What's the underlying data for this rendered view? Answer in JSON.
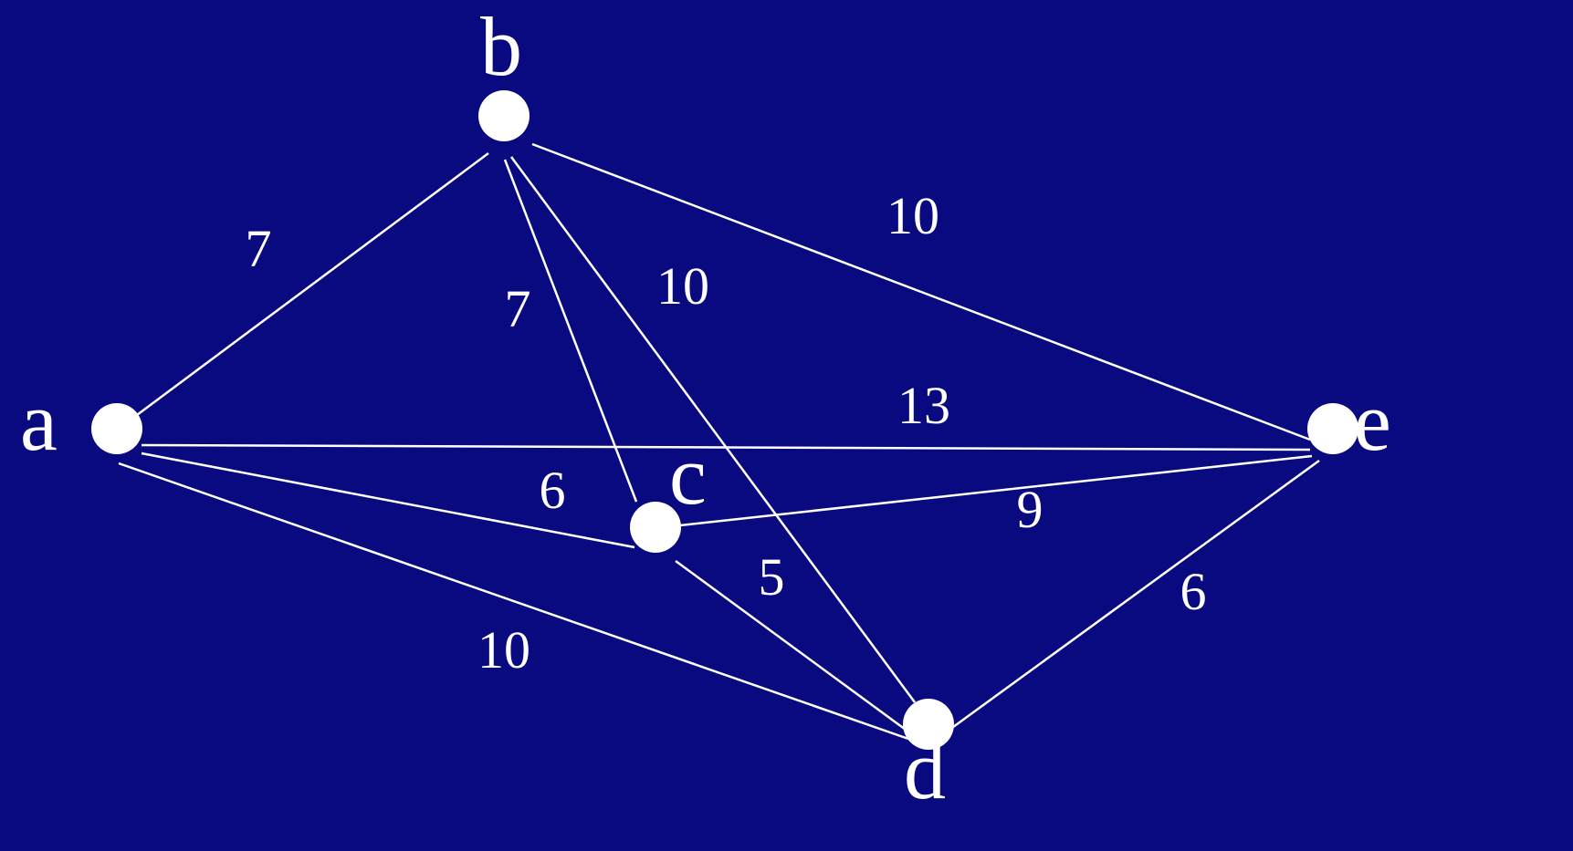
{
  "background_color": "#0a0a80",
  "foreground_color": "#ffffff",
  "nodes": [
    {
      "id": "a",
      "label": "a"
    },
    {
      "id": "b",
      "label": "b"
    },
    {
      "id": "c",
      "label": "c"
    },
    {
      "id": "d",
      "label": "d"
    },
    {
      "id": "e",
      "label": "e"
    }
  ],
  "edges": [
    {
      "from": "a",
      "to": "b",
      "weight": "7"
    },
    {
      "from": "b",
      "to": "c",
      "weight": "7"
    },
    {
      "from": "b",
      "to": "d",
      "weight": "10"
    },
    {
      "from": "b",
      "to": "e",
      "weight": "10"
    },
    {
      "from": "a",
      "to": "e",
      "weight": "13"
    },
    {
      "from": "a",
      "to": "c",
      "weight": "6"
    },
    {
      "from": "c",
      "to": "e",
      "weight": "9"
    },
    {
      "from": "c",
      "to": "d",
      "weight": "5"
    },
    {
      "from": "a",
      "to": "d",
      "weight": "10"
    },
    {
      "from": "d",
      "to": "e",
      "weight": "6"
    }
  ]
}
